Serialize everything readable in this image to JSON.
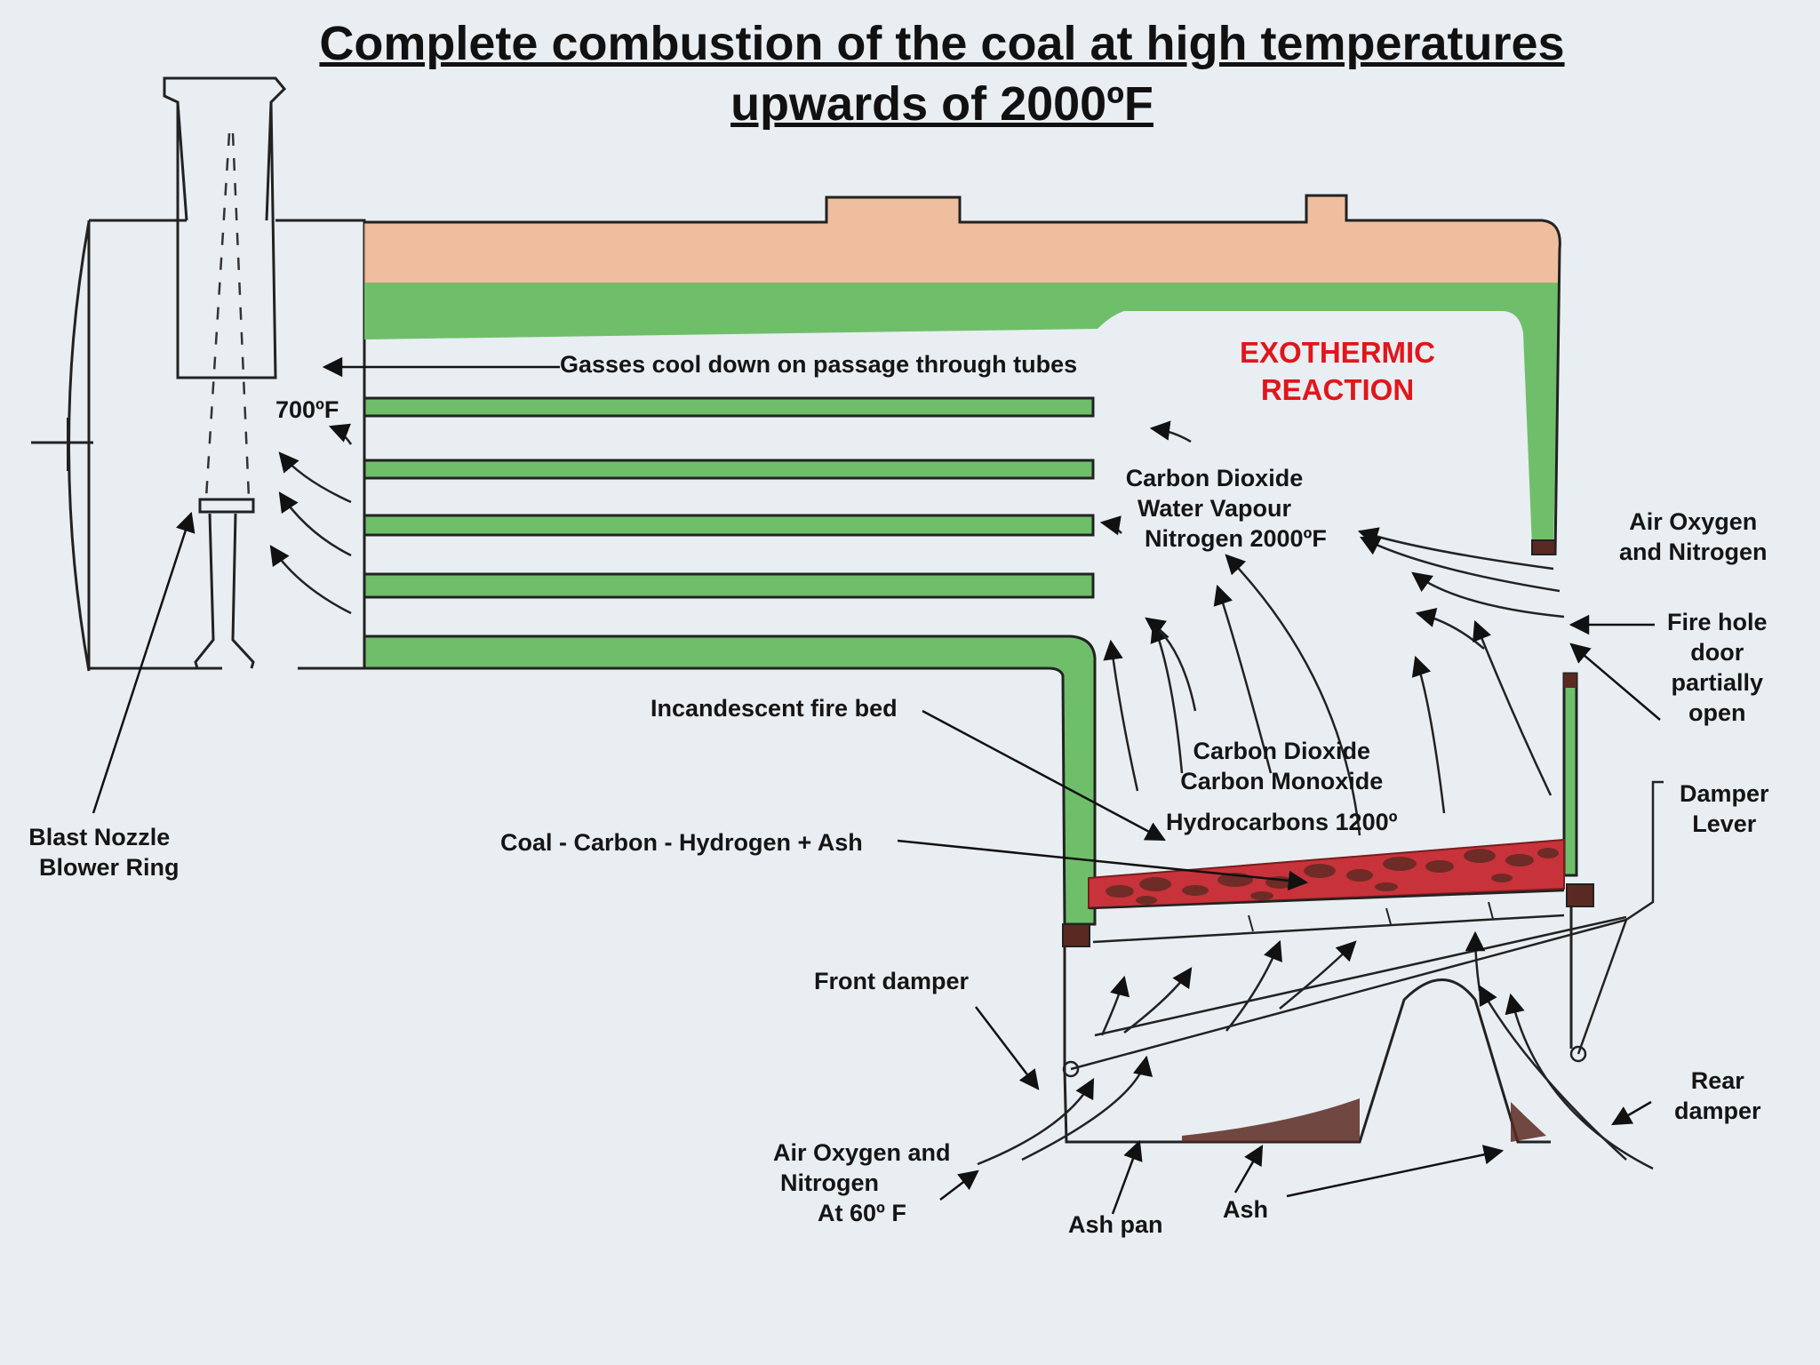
{
  "title": {
    "line1": "Complete combustion of the coal at high temperatures",
    "line2": "upwards of 2000ºF"
  },
  "labels": {
    "gasses": "Gasses cool down on passage through tubes",
    "temp_700": "700ºF",
    "exothermic": [
      "EXOTHERMIC",
      "REACTION"
    ],
    "flue_gases": [
      "Carbon Dioxide",
      "Water Vapour",
      "Nitrogen 2000ºF"
    ],
    "air_top": [
      "Air Oxygen",
      "and Nitrogen"
    ],
    "fire_hole": [
      "Fire hole",
      "door",
      "partially",
      "open"
    ],
    "fire_bed": "Incandescent fire bed",
    "bed_gases": [
      "Carbon Dioxide",
      "Carbon Monoxide",
      "Hydrocarbons 1200º"
    ],
    "damper_lever": [
      "Damper",
      "Lever"
    ],
    "coal": "Coal - Carbon - Hydrogen + Ash",
    "blast": [
      "Blast Nozzle",
      "Blower Ring"
    ],
    "front_damper": "Front damper",
    "rear_damper": [
      "Rear",
      "damper"
    ],
    "air_bottom": [
      "Air Oxygen and",
      "Nitrogen",
      "At  60º F"
    ],
    "ash_pan": "Ash pan",
    "ash": "Ash"
  },
  "colors": {
    "water": "#6fbf6a",
    "steam": "#f0b58f",
    "fire": "#c8323a",
    "coal": "#5a2a22",
    "background": "#e9eef2",
    "accent": "#e0161b"
  }
}
